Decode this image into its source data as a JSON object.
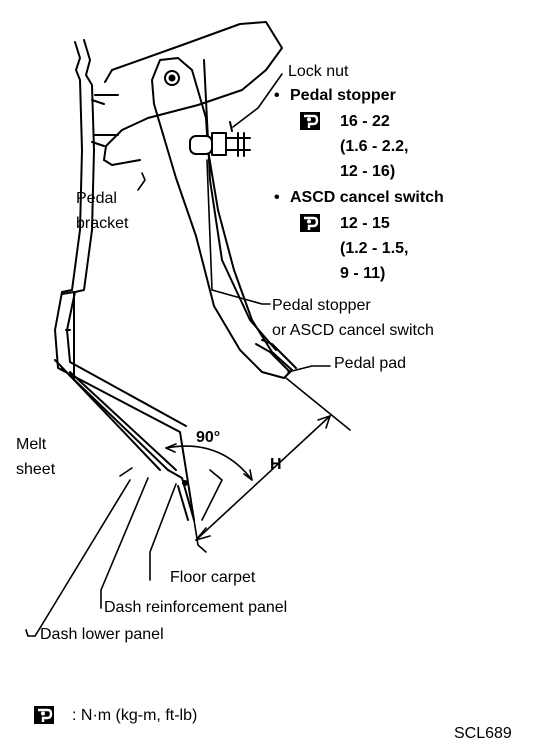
{
  "labels": {
    "lock_nut": "Lock nut",
    "pedal_stopper_heading": "Pedal stopper",
    "pedal_stopper_torque_1": "16 - 22",
    "pedal_stopper_torque_2": "(1.6 - 2.2,",
    "pedal_stopper_torque_3": "12 - 16)",
    "ascd_heading": "ASCD cancel switch",
    "ascd_torque_1": "12 - 15",
    "ascd_torque_2": "(1.2 - 1.5,",
    "ascd_torque_3": "9 - 11)",
    "pedal_bracket_1": "Pedal",
    "pedal_bracket_2": "bracket",
    "pedal_stopper_or_ascd_1": "Pedal stopper",
    "pedal_stopper_or_ascd_2": "or ASCD cancel switch",
    "pedal_pad": "Pedal pad",
    "melt_sheet_1": "Melt",
    "melt_sheet_2": "sheet",
    "angle": "90°",
    "dimension": "H",
    "floor_carpet": "Floor carpet",
    "dash_reinforcement_panel": "Dash reinforcement panel",
    "dash_lower_panel": "Dash lower panel",
    "legend_units": ": N·m (kg-m, ft-lb)",
    "figure_code": "SCL689"
  },
  "bullet_char": "•",
  "icons": {
    "torque": "torque-wrench-icon"
  }
}
